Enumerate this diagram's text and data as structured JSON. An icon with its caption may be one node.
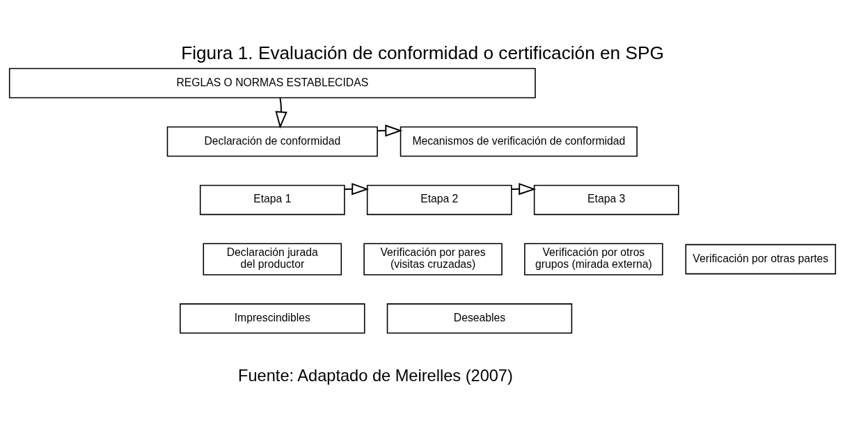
{
  "diagram": {
    "title": "Figura 1. Evaluación de conformidad o certificación en SPG",
    "caption": "Fuente: Adaptado de Meirelles (2007)",
    "nodes": [
      {
        "text": [
          "REGLAS O NORMAS ESTABLECIDAS"
        ]
      },
      {
        "text": [
          "Declaración de conformidad"
        ]
      },
      {
        "text": [
          "Mecanismos de verificación de conformidad"
        ]
      },
      {
        "text": [
          "Etapa 1"
        ]
      },
      {
        "text": [
          "Etapa 2"
        ]
      },
      {
        "text": [
          "Etapa 3"
        ]
      },
      {
        "text": [
          "Declaración jurada del productor"
        ]
      },
      {
        "text": [
          "Verificación por pares (visitas cruzadas)"
        ]
      },
      {
        "text": [
          "Verificación por otros grupos (mirada externa)"
        ]
      },
      {
        "text": [
          "Verificación por otras partes"
        ]
      },
      {
        "text": [
          "Imprescindibles"
        ]
      },
      {
        "text": [
          "Deseables"
        ]
      }
    ],
    "edges": [
      {
        "from": 0,
        "to": 1,
        "arrow": "to"
      },
      {
        "from": 1,
        "to": 2,
        "arrow": "to"
      },
      {
        "from": 3,
        "to": 4,
        "arrow": "to"
      },
      {
        "from": 4,
        "to": 5,
        "arrow": "to"
      }
    ]
  }
}
